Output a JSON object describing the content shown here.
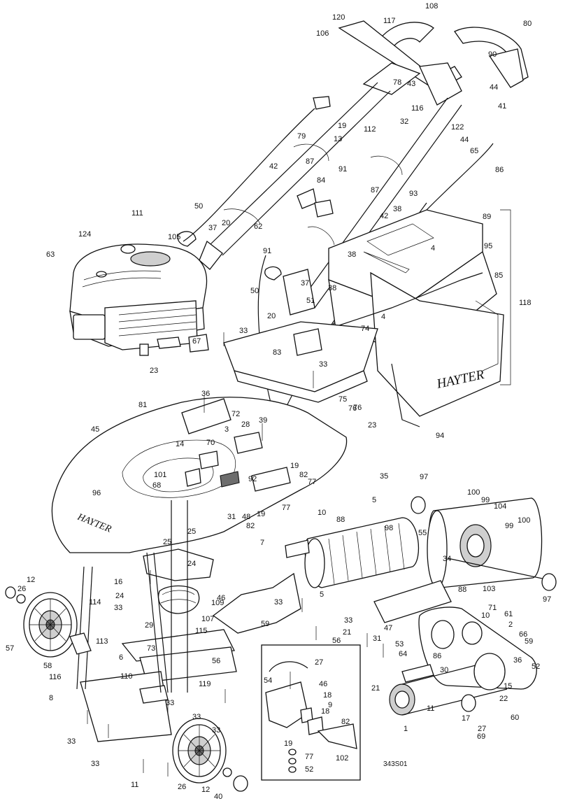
{
  "diagram": {
    "brand_engine_cover": "HAYTER",
    "brand_deck": "HAYTER",
    "drawing_code": "343S01",
    "part_labels": [
      "120",
      "117",
      "108",
      "106",
      "80",
      "78",
      "43",
      "90",
      "44",
      "41",
      "116",
      "122",
      "44",
      "65",
      "86",
      "32",
      "112",
      "19",
      "13",
      "79",
      "87",
      "91",
      "42",
      "84",
      "87",
      "93",
      "38",
      "89",
      "95",
      "85",
      "118",
      "50",
      "105",
      "37",
      "20",
      "62",
      "91",
      "124",
      "111",
      "63",
      "42",
      "38",
      "4",
      "38",
      "4",
      "50",
      "37",
      "20",
      "51",
      "74",
      "83",
      "76",
      "33",
      "67",
      "23",
      "81",
      "33",
      "36",
      "72",
      "75",
      "76",
      "94",
      "23",
      "45",
      "28",
      "39",
      "3",
      "14",
      "70",
      "101",
      "68",
      "92",
      "19",
      "82",
      "77",
      "96",
      "31",
      "48",
      "19",
      "82",
      "77",
      "35",
      "5",
      "97",
      "100",
      "99",
      "104",
      "99",
      "100",
      "10",
      "88",
      "98",
      "7",
      "25",
      "25",
      "24",
      "16",
      "24",
      "12",
      "26",
      "114",
      "33",
      "113",
      "29",
      "109",
      "107",
      "115",
      "46",
      "33",
      "56",
      "59",
      "5",
      "55",
      "34",
      "88",
      "71",
      "10",
      "61",
      "2",
      "66",
      "59",
      "33",
      "21",
      "47",
      "31",
      "53",
      "64",
      "86",
      "30",
      "36",
      "52",
      "21",
      "15",
      "22",
      "60",
      "17",
      "27",
      "69",
      "1",
      "11",
      "57",
      "58",
      "116",
      "6",
      "73",
      "56",
      "110",
      "119",
      "8",
      "33",
      "33",
      "33",
      "33",
      "33",
      "11",
      "26",
      "12",
      "40",
      "27",
      "54",
      "46",
      "18",
      "9",
      "18",
      "82",
      "19",
      "77",
      "52",
      "102",
      "103",
      "97"
    ]
  }
}
